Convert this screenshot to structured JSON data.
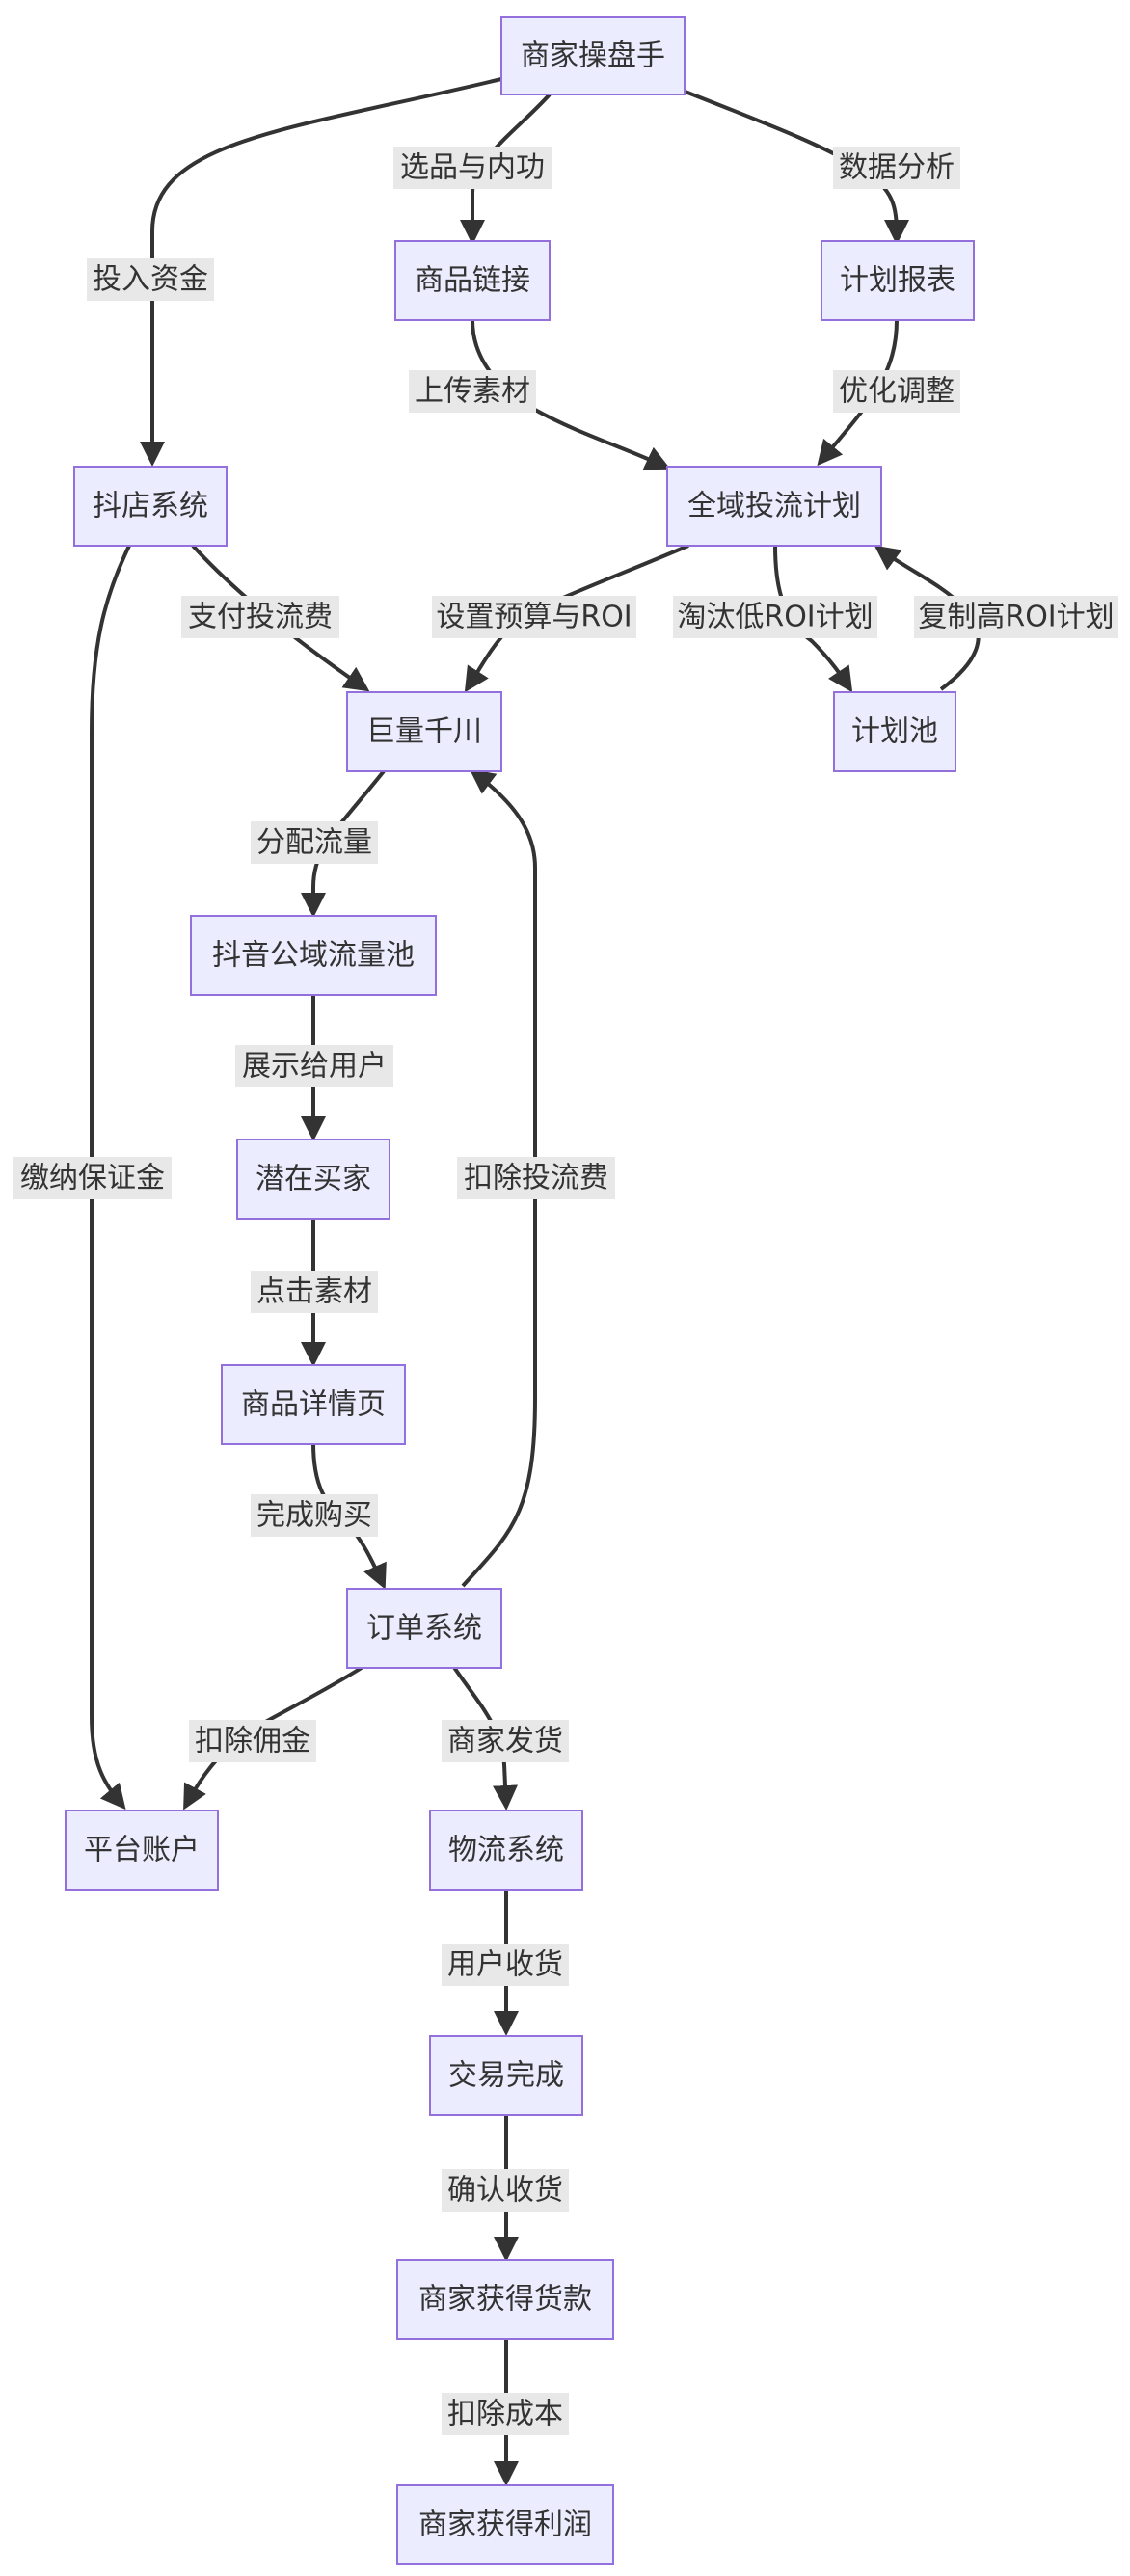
{
  "diagram": {
    "nodes": {
      "operator": "商家操盘手",
      "product_link": "商品链接",
      "plan_report": "计划报表",
      "douyin_shop": "抖店系统",
      "global_plan": "全域投流计划",
      "qianchuan": "巨量千川",
      "plan_pool": "计划池",
      "public_pool": "抖音公域流量池",
      "potential_buyer": "潜在买家",
      "product_detail": "商品详情页",
      "order_system": "订单系统",
      "platform_account": "平台账户",
      "logistics": "物流系统",
      "trade_done": "交易完成",
      "payment_received": "商家获得货款",
      "profit": "商家获得利润"
    },
    "edges": {
      "invest_funds": "投入资金",
      "select_products": "选品与内功",
      "data_analysis": "数据分析",
      "upload_material": "上传素材",
      "optimize": "优化调整",
      "pay_fee": "支付投流费",
      "deposit": "缴纳保证金",
      "set_budget": "设置预算与ROI",
      "eliminate_low": "淘汰低ROI计划",
      "copy_high": "复制高ROI计划",
      "distribute_traffic": "分配流量",
      "show_to_users": "展示给用户",
      "click_material": "点击素材",
      "complete_purchase": "完成购买",
      "deduct_fee": "扣除投流费",
      "deduct_commission": "扣除佣金",
      "merchant_ship": "商家发货",
      "user_receive": "用户收货",
      "confirm_receipt": "确认收货",
      "deduct_cost": "扣除成本"
    }
  }
}
